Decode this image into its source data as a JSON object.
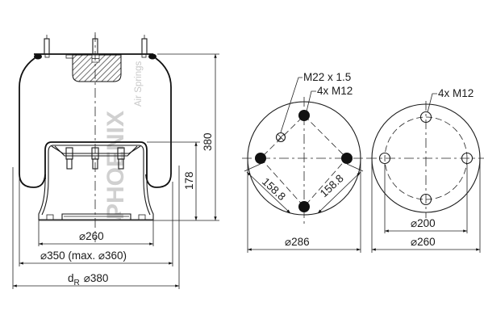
{
  "watermark": {
    "brand": "PHOENIX",
    "subtitle": "Air Springs"
  },
  "side_view": {
    "dims": {
      "height_total": "380",
      "height_piston": "178",
      "piston_dia": "⌀260",
      "body_dia": "⌀350 (max. ⌀360)",
      "clearance_dia_prefix": "d",
      "clearance_dia_sub": "R",
      "clearance_dia": "⌀380"
    }
  },
  "top_plate_view": {
    "labels": {
      "air_connection": "M22 x 1.5",
      "bolts": "4x M12",
      "spacing_left": "158.8",
      "spacing_right": "158.8",
      "plate_dia": "⌀286"
    }
  },
  "bottom_plate_view": {
    "labels": {
      "bolts": "4x M12",
      "bolt_circle_dia": "⌀200",
      "plate_dia": "⌀260"
    }
  }
}
